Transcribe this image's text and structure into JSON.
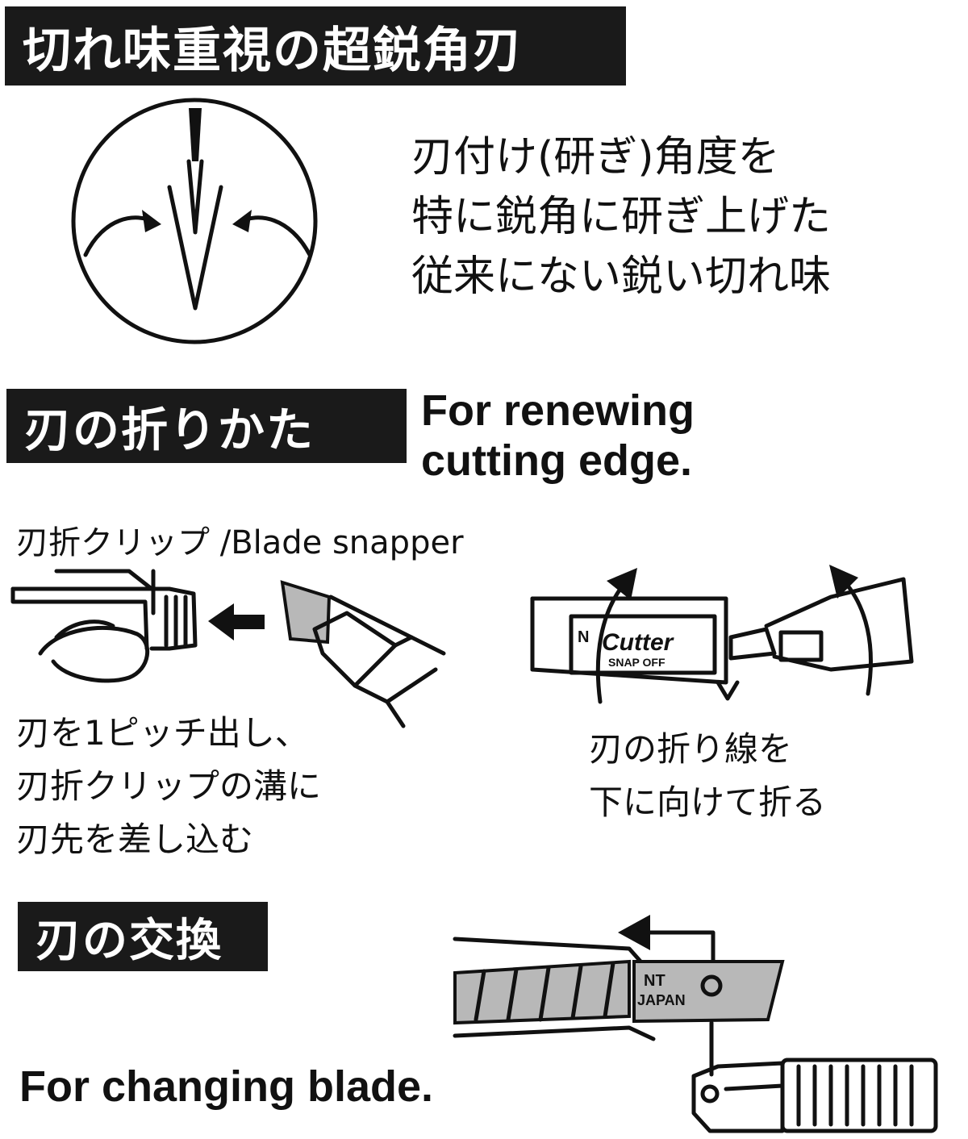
{
  "sections": {
    "sharp_blade": {
      "heading": "切れ味重視の超鋭角刃",
      "description_lines": [
        "刃付け(研ぎ)角度を",
        "特に鋭角に研ぎ上げた",
        "従来にない鋭い切れ味"
      ]
    },
    "snapping": {
      "heading": "刃の折りかた",
      "english_lines": [
        "For renewing",
        "cutting edge."
      ],
      "snapper_label": "刃折クリップ /Blade snapper",
      "step1_lines": [
        "刃を1ピッチ出し、",
        "刃折クリップの溝に",
        "刃先を差し込む"
      ],
      "step2_lines": [
        "刃の折り線を",
        "下に向けて折る"
      ],
      "blade_brand": "Cutter",
      "blade_brand_sub": "SNAP OFF",
      "blade_prefix": "N"
    },
    "changing": {
      "heading": "刃の交換",
      "english": "For changing blade.",
      "blade_mark_lines": [
        "NT",
        "JAPAN"
      ]
    }
  },
  "colors": {
    "ink": "#111111",
    "heading_bg": "#1a1a1a",
    "heading_text": "#ffffff",
    "blade_gray": "#b8b8b8",
    "background": "#ffffff"
  }
}
